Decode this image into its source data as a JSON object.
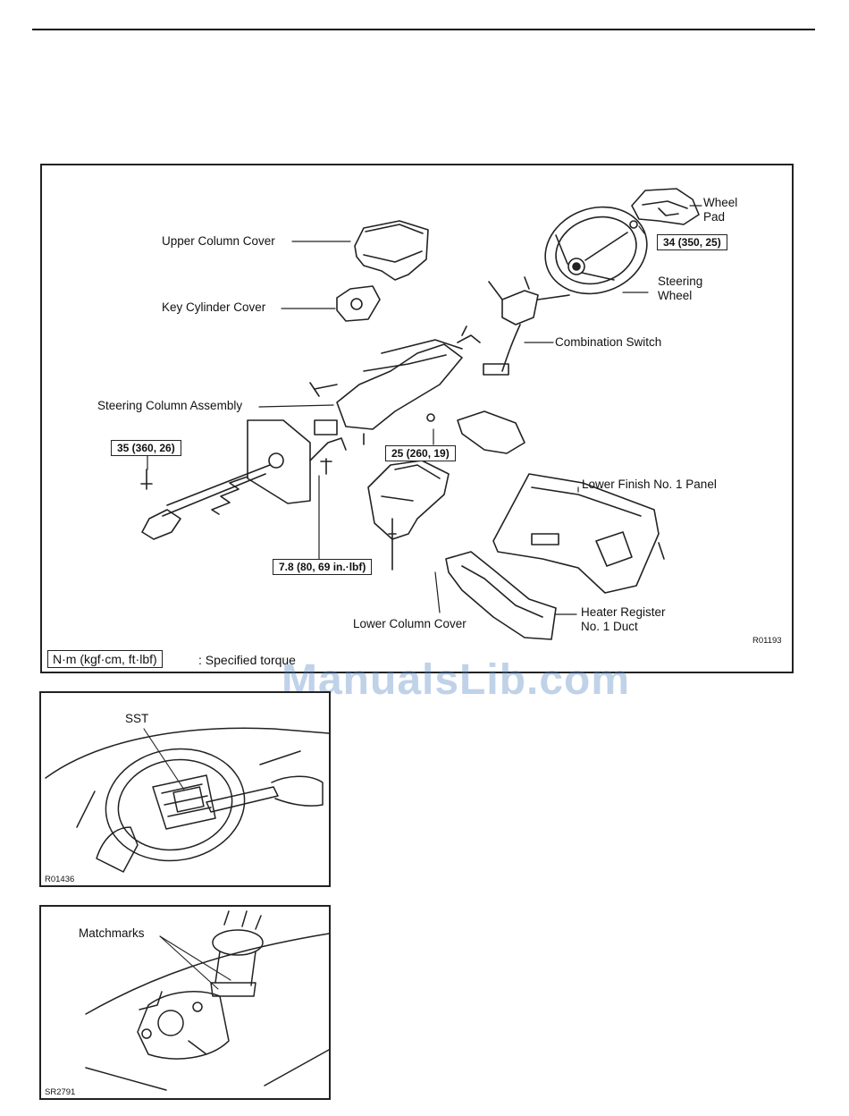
{
  "main_figure": {
    "labels": {
      "wheel_pad": "Wheel\nPad",
      "upper_column_cover": "Upper Column Cover",
      "steering_wheel": "Steering\nWheel",
      "key_cylinder_cover": "Key Cylinder Cover",
      "combination_switch": "Combination Switch",
      "steering_column_assembly": "Steering Column Assembly",
      "lower_finish_panel": "Lower Finish No. 1 Panel",
      "lower_column_cover": "Lower Column Cover",
      "heater_register_duct": "Heater Register\nNo. 1 Duct"
    },
    "torques": {
      "wheel_nut": "34 (350, 25)",
      "yoke_bolt": "35 (360, 26)",
      "column_bolt": "25 (260, 19)",
      "small_bolt": "7.8 (80, 69 in.·lbf)"
    },
    "code": "R01193",
    "legend_unit": "N·m (kgf·cm, ft·lbf)",
    "legend_text": ": Specified torque"
  },
  "sst_figure": {
    "label": "SST",
    "code": "R01436"
  },
  "match_figure": {
    "label": "Matchmarks",
    "code": "SR2791"
  },
  "watermark": "ManualsLib.com"
}
